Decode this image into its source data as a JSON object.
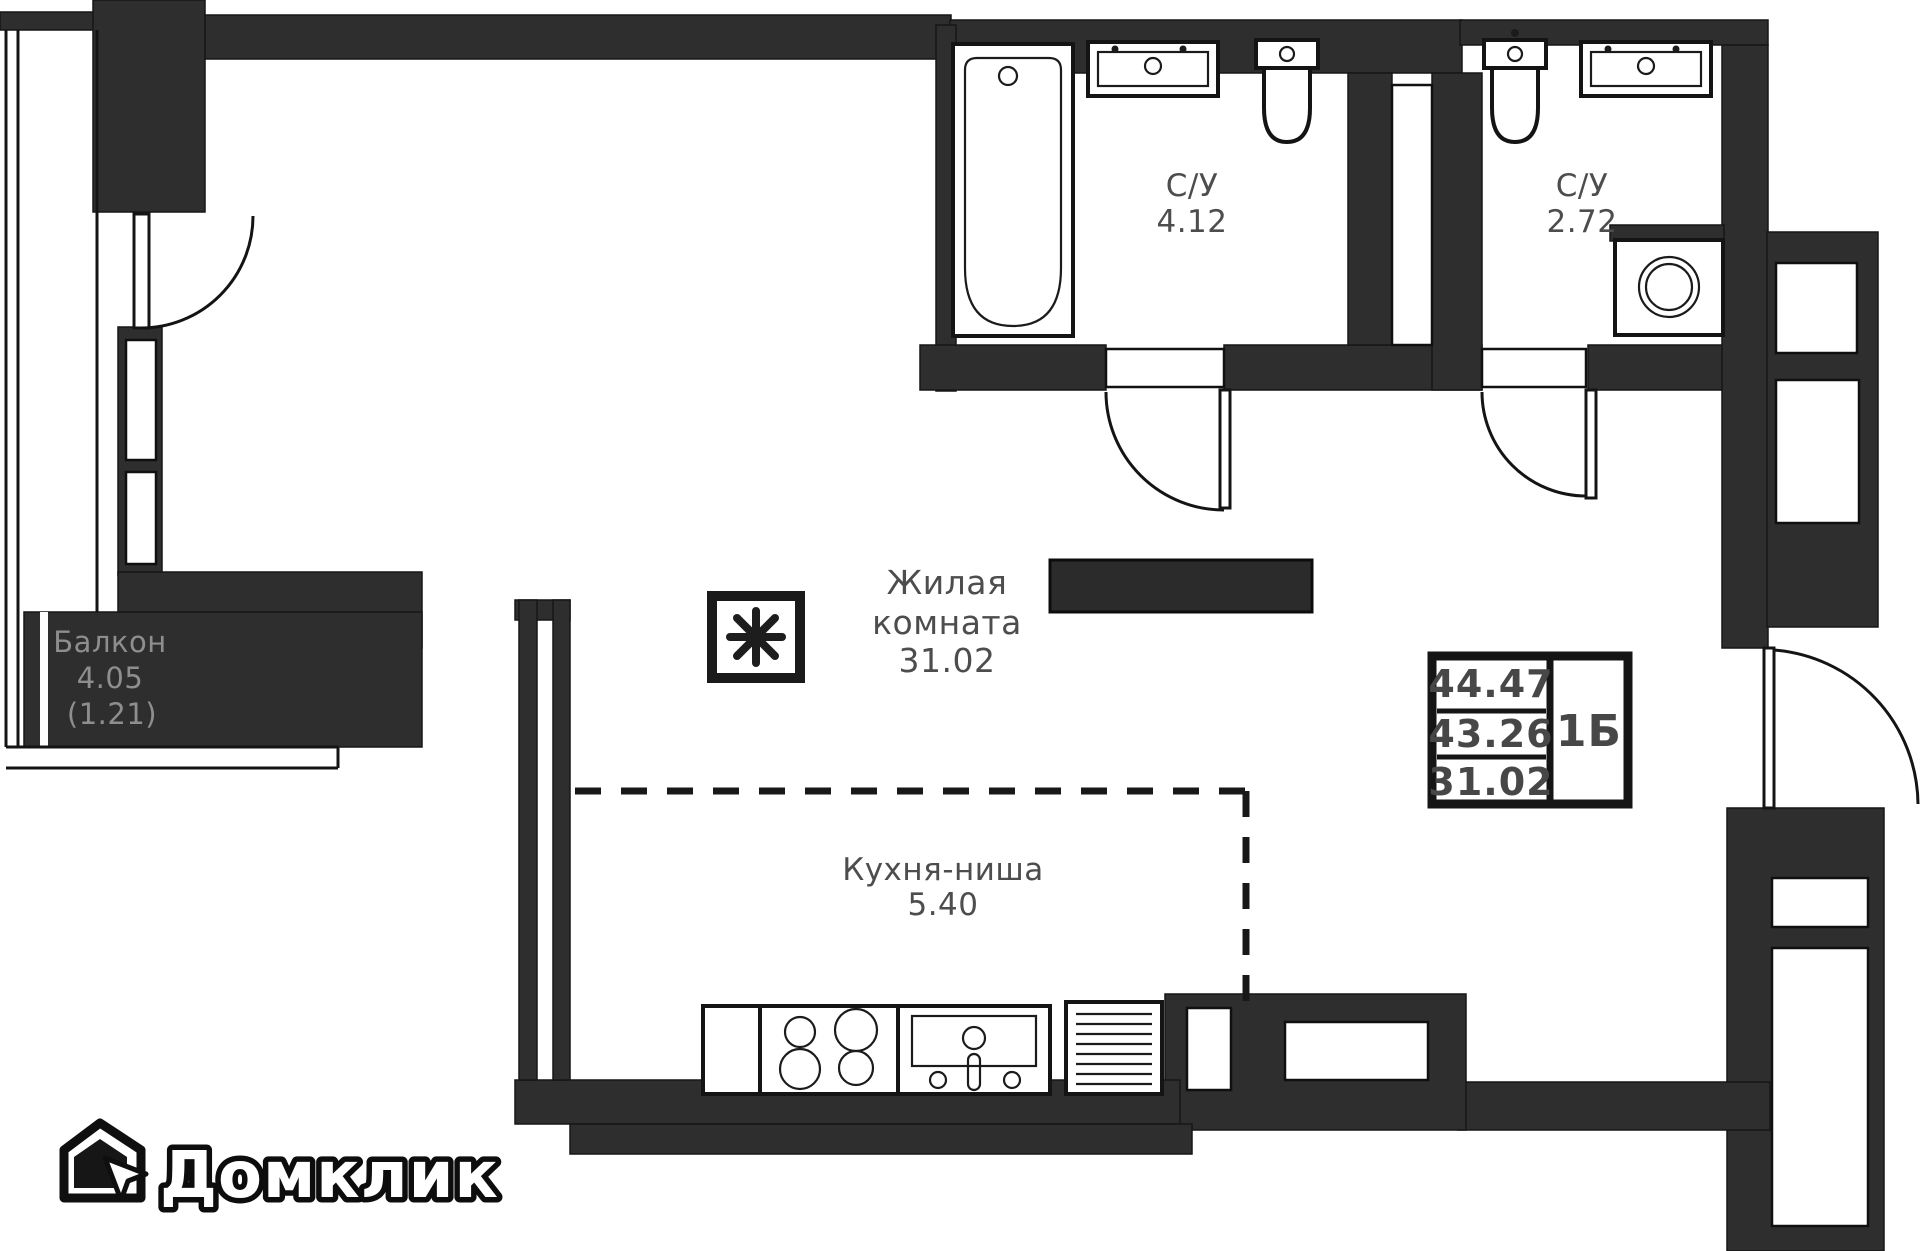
{
  "document": {
    "kind": "apartment-floor-plan",
    "language": "ru"
  },
  "rooms": {
    "living": {
      "line1": "Жилая",
      "line2": "комната",
      "area": "31.02"
    },
    "kitchen": {
      "name": "Кухня-ниша",
      "area": "5.40"
    },
    "bath1": {
      "name": "С/У",
      "area": "4.12"
    },
    "bath2": {
      "name": "С/У",
      "area": "2.72"
    },
    "balcony": {
      "name": "Балкон",
      "area": "4.05",
      "area_coefficient": "(1.21)"
    }
  },
  "stamp": {
    "total_area": "44.47",
    "reduced_area": "43.26",
    "living_area": "31.02",
    "unit_type": "1Б"
  },
  "logo": {
    "text": "Домклик"
  },
  "icons": [
    "bathtub-icon",
    "sink-icon",
    "toilet-icon",
    "washing-machine-icon",
    "stove-icon",
    "kitchen-sink-icon",
    "dishwasher-icon",
    "ventilation-shaft-icon",
    "door-arc-icon",
    "domclick-house-icon"
  ],
  "colors": {
    "wall": "#2e2e2e",
    "outline": "#161616",
    "label": "#4d4d4d",
    "label_on_dark": "#8e8e8e",
    "background": "#ffffff"
  }
}
